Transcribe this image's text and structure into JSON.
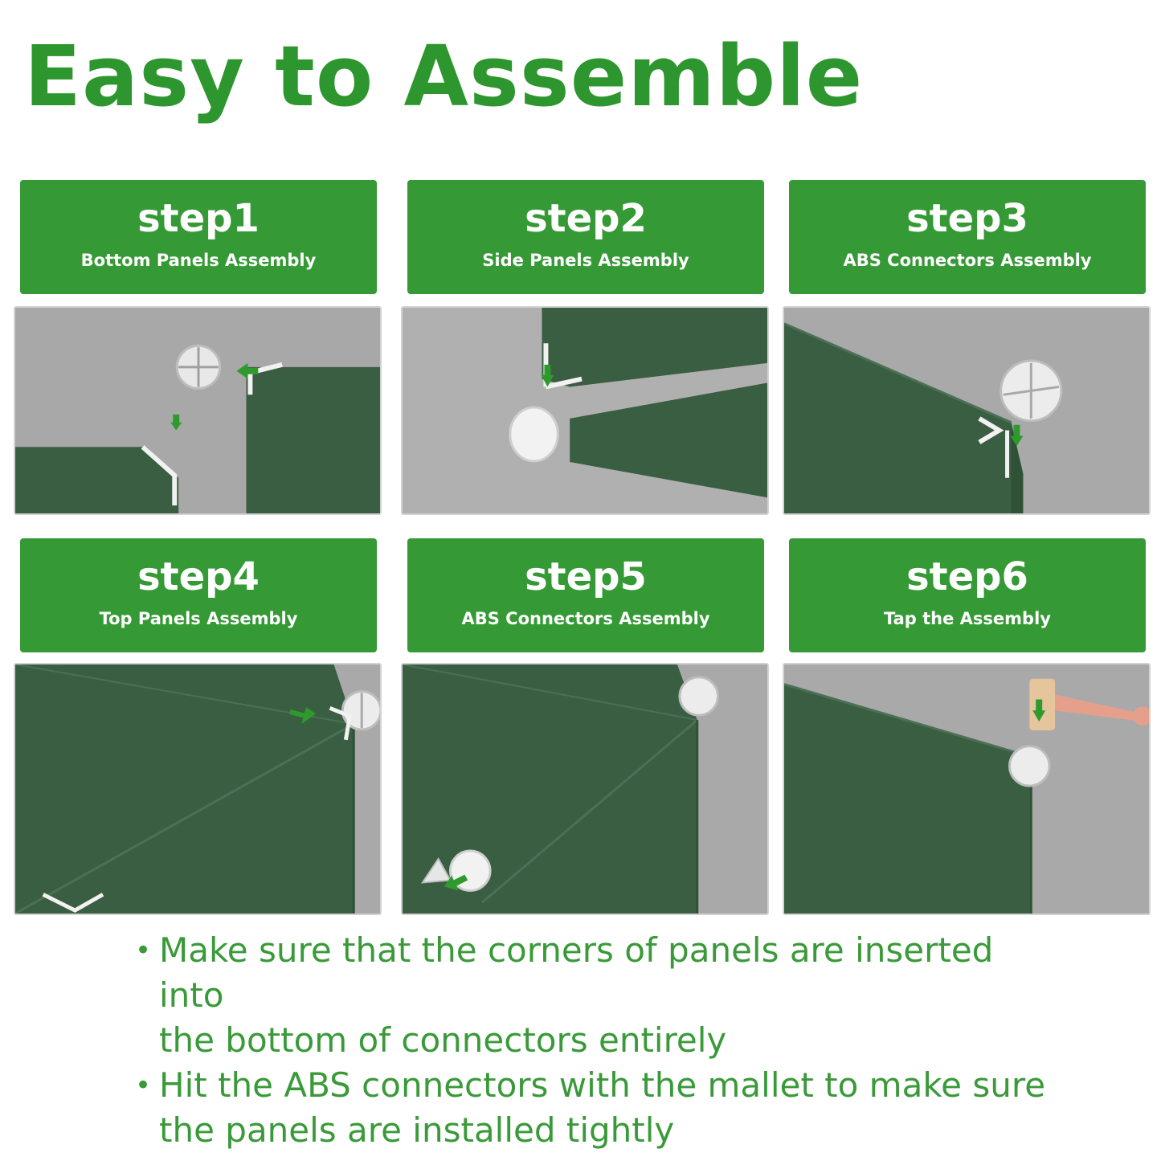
{
  "title": "Easy to Assemble",
  "colors": {
    "brand_green": "#359a35",
    "panel_green": "#3a5e42",
    "background_gray": "#a9a9a9",
    "text_green": "#3a9a3a"
  },
  "steps": [
    {
      "title": "step1",
      "subtitle": "Bottom Panels Assembly"
    },
    {
      "title": "step2",
      "subtitle": "Side Panels Assembly"
    },
    {
      "title": "step3",
      "subtitle": "ABS Connectors Assembly"
    },
    {
      "title": "step4",
      "subtitle": "Top Panels Assembly"
    },
    {
      "title": "step5",
      "subtitle": "ABS Connectors Assembly"
    },
    {
      "title": "step6",
      "subtitle": "Tap the Assembly"
    }
  ],
  "notes": [
    {
      "bullet": "•",
      "lines": [
        "Make sure that the corners of panels are inserted into",
        "the bottom of connectors entirely"
      ]
    },
    {
      "bullet": "•",
      "lines": [
        "Hit the ABS connectors with the mallet to make sure",
        "the panels are installed tightly"
      ]
    }
  ]
}
